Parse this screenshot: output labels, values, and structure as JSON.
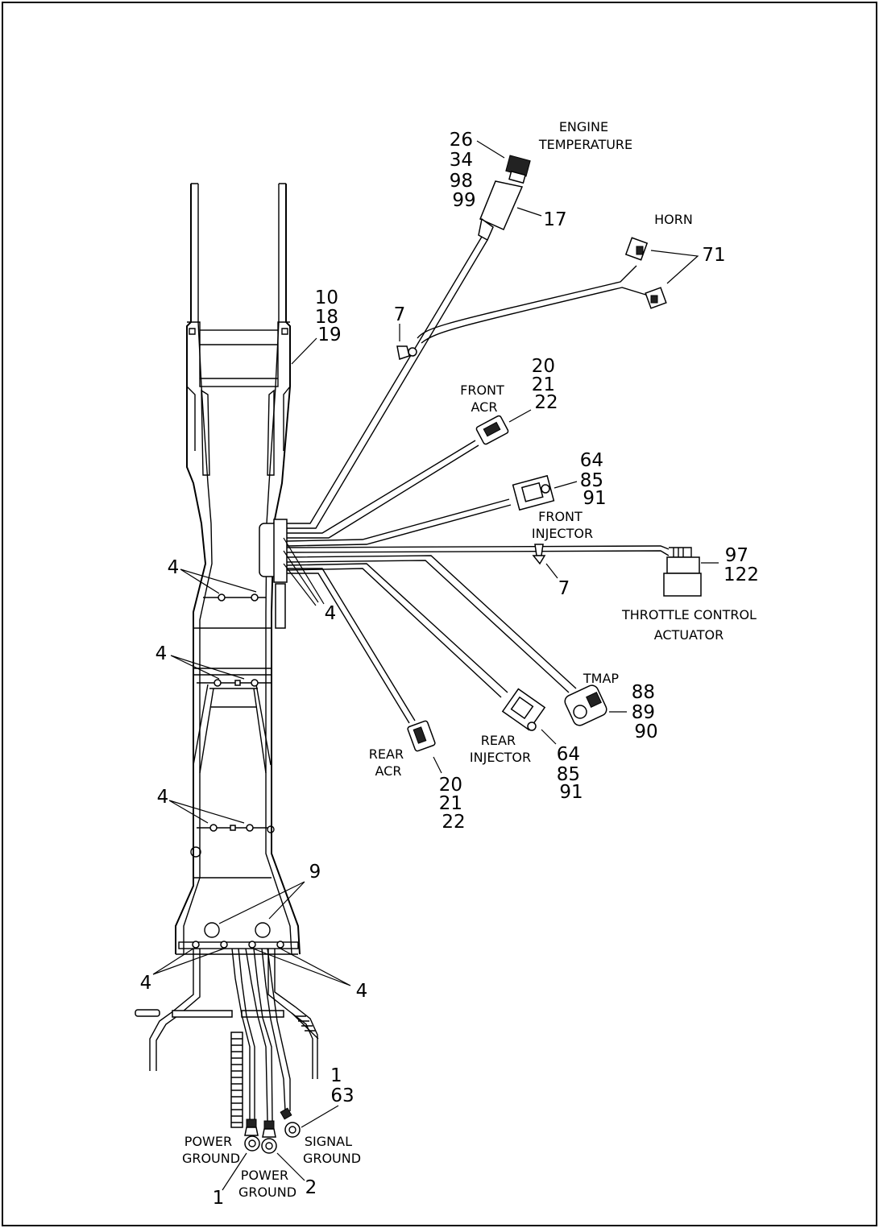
{
  "labels": {
    "engine_temperature": [
      "ENGINE",
      "TEMPERATURE"
    ],
    "horn": "HORN",
    "front_acr": [
      "FRONT",
      "ACR"
    ],
    "front_injector": [
      "FRONT",
      "INJECTOR"
    ],
    "throttle_control_actuator": [
      "THROTTLE CONTROL",
      "ACTUATOR"
    ],
    "tmap": "TMAP",
    "rear_injector": [
      "REAR",
      "INJECTOR"
    ],
    "rear_acr": [
      "REAR",
      "ACR"
    ],
    "power_ground_left": [
      "POWER",
      "GROUND"
    ],
    "power_ground_center": [
      "POWER",
      "GROUND"
    ],
    "signal_ground": [
      "SIGNAL",
      "GROUND"
    ]
  },
  "callouts": {
    "engine_temp_parts": [
      "26",
      "34",
      "98",
      "99"
    ],
    "engine_temp_boot": "17",
    "horn": "71",
    "frame_parts": [
      "10",
      "18",
      "19"
    ],
    "clip_upper": "7",
    "front_acr_parts": [
      "20",
      "21",
      "22"
    ],
    "front_injector_parts": [
      "64",
      "85",
      "91"
    ],
    "throttle_parts": [
      "97",
      "122"
    ],
    "clip_lower": "7",
    "tie_right": "4",
    "tie_a": "4",
    "tie_b": "4",
    "tie_c": "4",
    "tmap_parts": [
      "88",
      "89",
      "90"
    ],
    "rear_injector_parts": [
      "64",
      "85",
      "91"
    ],
    "rear_acr_parts": [
      "20",
      "21",
      "22"
    ],
    "holes": "9",
    "tie_bottom_left": "4",
    "tie_bottom_right": "4",
    "signal_ground_parts": [
      "1",
      "63"
    ],
    "power_ground_left_part": "1",
    "power_ground_center_part": "2"
  }
}
